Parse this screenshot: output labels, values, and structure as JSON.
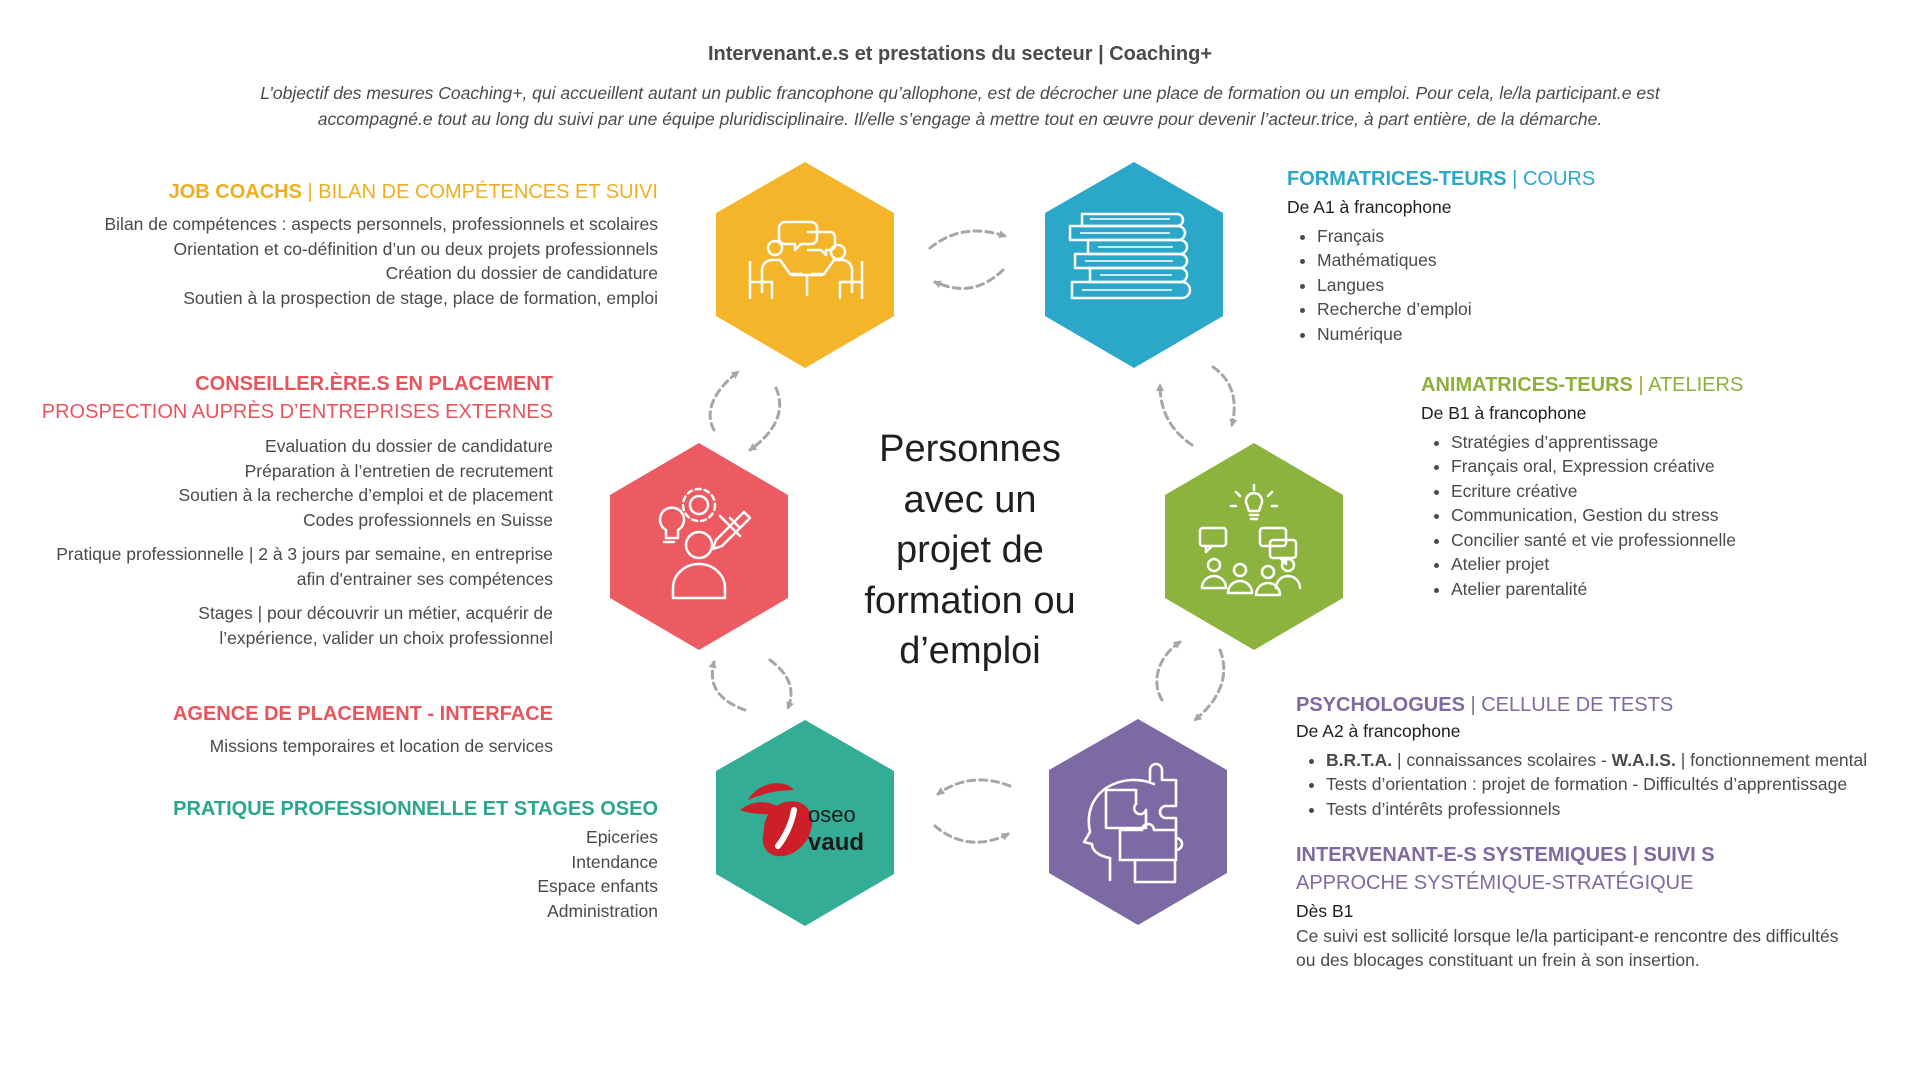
{
  "title": "Intervenant.e.s et prestations du secteur | Coaching+",
  "intro": [
    "L’objectif des mesures Coaching+, qui accueillent autant un public francophone qu’allophone, est de décrocher une place de formation ou un emploi. Pour cela, le/la participant.e est",
    "accompagné.e tout au long du suivi par une équipe pluridisciplinaire. Il/elle s’engage à mettre tout en œuvre pour devenir l’acteur.trice, à part entière, de la démarche."
  ],
  "center": [
    "Personnes",
    "avec un",
    "projet de",
    "formation ou",
    "d’emploi"
  ],
  "colors": {
    "yellow": "#f4b52a",
    "blue": "#2aa7c9",
    "red": "#ec5b61",
    "green": "#8db33f",
    "teal": "#34ad97",
    "purple": "#7d69a3",
    "arrow": "#a6a6a6"
  },
  "hexagons": [
    {
      "key": "job-coachs",
      "color": "yellow",
      "icon": "meeting-icon"
    },
    {
      "key": "formateurs",
      "color": "blue",
      "icon": "books-icon"
    },
    {
      "key": "animateurs",
      "color": "green",
      "icon": "group-discussion-icon"
    },
    {
      "key": "psychologues",
      "color": "purple",
      "icon": "puzzle-head-icon"
    },
    {
      "key": "oseo",
      "color": "teal",
      "icon": "oseo-vaud-logo"
    },
    {
      "key": "conseillers",
      "color": "red",
      "icon": "person-ideas-icon"
    }
  ],
  "oseo_logo": {
    "line1": "oseo",
    "line2": "vaud"
  },
  "job_coachs": {
    "title": "JOB COACHS",
    "subtitle": "BILAN DE COMPÉTENCES ET SUIVI",
    "lines": [
      "Bilan de compétences : aspects personnels, professionnels et scolaires",
      "Orientation et co-définition d’un ou deux projets professionnels",
      "Création du dossier de candidature",
      "Soutien à la prospection de stage, place de formation, emploi"
    ]
  },
  "conseillers": {
    "title": "CONSEILLER.ÈRE.S EN PLACEMENT",
    "subtitle": "PROSPECTION AUPRÈS D’ENTREPRISES EXTERNES",
    "lines": [
      "Evaluation du dossier de candidature",
      "Préparation à l’entretien de recrutement",
      "Soutien à la recherche d’emploi et de placement",
      "Codes professionnels en Suisse"
    ],
    "pratique": [
      "Pratique professionnelle | 2 à 3 jours par semaine, en entreprise",
      "afin d'entrainer ses compétences"
    ],
    "stages": [
      "Stages | pour découvrir un métier, acquérir de",
      "l’expérience, valider un choix professionnel"
    ]
  },
  "agence": {
    "title": "AGENCE DE PLACEMENT - INTERFACE",
    "line": "Missions temporaires et location de services"
  },
  "oseo": {
    "title": "PRATIQUE PROFESSIONNELLE ET STAGES OSEO",
    "lines": [
      "Epiceries",
      "Intendance",
      "Espace enfants",
      "Administration"
    ]
  },
  "formateurs": {
    "title": "FORMATRICES-TEURS",
    "subtitle": "COURS",
    "level": "De A1 à francophone",
    "items": [
      "Français",
      "Mathématiques",
      "Langues",
      "Recherche d’emploi",
      "Numérique"
    ]
  },
  "animateurs": {
    "title": "ANIMATRICES-TEURS",
    "subtitle": "ATELIERS",
    "level": "De B1 à francophone",
    "items": [
      "Stratégies d’apprentissage",
      "Français oral, Expression créative",
      "Ecriture créative",
      "Communication, Gestion du stress",
      "Concilier santé et vie professionnelle",
      "Atelier projet",
      "Atelier parentalité"
    ]
  },
  "psychologues": {
    "title": "PSYCHOLOGUES",
    "subtitle": "CELLULE DE TESTS",
    "level": "De A2 à francophone",
    "item1": {
      "a": "B.R.T.A.",
      "b": " | connaissances scolaires - ",
      "c": "W.A.I.S.",
      "d": " | fonctionnement mental"
    },
    "items": [
      "Tests d’orientation : projet de formation - Difficultés d’apprentissage",
      "Tests d’intérêts professionnels"
    ]
  },
  "systemiques": {
    "title": "INTERVENANT-E-S SYSTEMIQUES | SUIVI S",
    "subtitle": "APPROCHE SYSTÉMIQUE-STRATÉGIQUE",
    "level": "Dès B1",
    "lines": [
      "Ce suivi est sollicité lorsque le/la participant-e rencontre des difficultés",
      "ou des blocages constituant un frein à son insertion."
    ]
  }
}
